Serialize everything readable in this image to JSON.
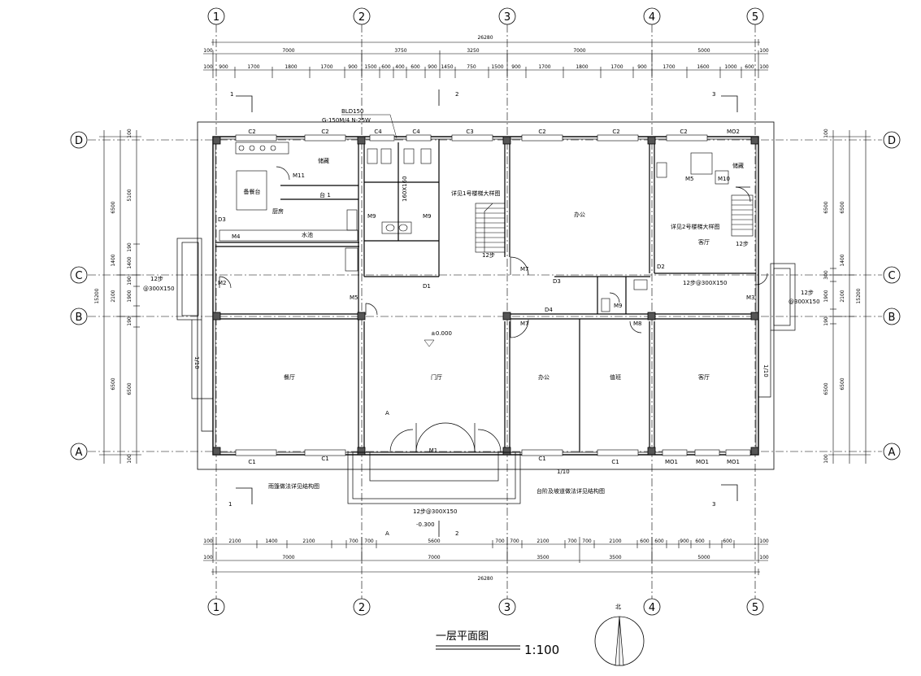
{
  "drawing": {
    "title": "一层平面图",
    "scale": "1:100",
    "north": "北"
  },
  "axes": {
    "columns": [
      "1",
      "2",
      "3",
      "4",
      "5"
    ],
    "rows": [
      "D",
      "C",
      "B",
      "A"
    ]
  },
  "dimensions": {
    "overall": "26280",
    "top_row1": [
      "100",
      "7000",
      "3750",
      "3250",
      "7000",
      "5000",
      "100"
    ],
    "top_row2": [
      "100",
      "900",
      "1700",
      "1800",
      "1700",
      "900",
      "1500",
      "600",
      "400",
      "600",
      "900",
      "1450",
      "750",
      "1500",
      "900",
      "1700",
      "1800",
      "1700",
      "900",
      "1700",
      "1600",
      "1000",
      "600",
      "100"
    ],
    "bottom_row2": [
      "100",
      "7000",
      "7000",
      "3500",
      "3500",
      "5000",
      "100"
    ],
    "bottom_row1": [
      "100",
      "2100",
      "1400",
      "2100",
      "700",
      "700",
      "5600",
      "700",
      "700",
      "2100",
      "700",
      "700",
      "2100",
      "600",
      "600",
      "900",
      "600",
      "600",
      "100"
    ],
    "left_outer": [
      "6500",
      "1400",
      "2100",
      "6500",
      "15200"
    ],
    "left_inner": [
      "100",
      "5100",
      "190",
      "1400",
      "190",
      "1900",
      "190",
      "6500",
      "100"
    ],
    "right_outer": [
      "6500",
      "1400",
      "2100",
      "6500",
      "15200"
    ],
    "right_inner": [
      "100",
      "6500",
      "300",
      "1900",
      "190",
      "6500",
      "100"
    ]
  },
  "rooms": [
    {
      "id": "kitchen",
      "label": "厨房"
    },
    {
      "id": "storage",
      "label": "储藏"
    },
    {
      "id": "dining-main",
      "label": "餐厅"
    },
    {
      "id": "foyer",
      "label": "门厅"
    },
    {
      "id": "office-1",
      "label": "办公"
    },
    {
      "id": "office-2",
      "label": "办公"
    },
    {
      "id": "duty",
      "label": "值班"
    },
    {
      "id": "guest-hall",
      "label": "客厅"
    },
    {
      "id": "storage-2",
      "label": "储藏"
    },
    {
      "id": "hall-2",
      "label": "客厅"
    },
    {
      "id": "prep-table",
      "label": "备餐台"
    },
    {
      "id": "sink-label",
      "label": "水池"
    },
    {
      "id": "counter",
      "label": "台 1"
    }
  ],
  "labels": {
    "windows_top": [
      "C2",
      "C2",
      "C4",
      "C4",
      "C3",
      "C2",
      "C2",
      "C2",
      "MO2"
    ],
    "windows_bottom": [
      "C1",
      "C1",
      "M1",
      "C1",
      "C1",
      "MO1",
      "MO1",
      "MO1"
    ],
    "doors": [
      "M11",
      "M4",
      "M2",
      "M9",
      "M9",
      "M5",
      "M7",
      "M7",
      "D3",
      "M9",
      "M8",
      "M10",
      "M5",
      "M3",
      "D1",
      "D2",
      "D3",
      "D4"
    ],
    "bld": "BLD150",
    "gutter": "G-150M/4 N-25W",
    "stair_note_1": "详见1号楼梯大样图",
    "stair_note_2": "详见2号楼梯大样图",
    "stair_steps_1": "12步",
    "stair_steps_2": "12步",
    "step_left": "12步",
    "step_left_size": "@300X150",
    "step_right": "12步",
    "step_right_size": "@300X150",
    "step_mid": "12步@300X150",
    "step_bottom": "12步@300X150",
    "entrance_elev": "-0.300",
    "floor_elev": "±0.000",
    "canopy_note_1": "雨篷做法详见结构图",
    "canopy_note_2": "台阶及坡道做法详见结构图",
    "ramp": "1/10",
    "ramp_right": "1/10",
    "ramp_bottom": "1/10",
    "shaft": "160X160",
    "section_marks": [
      "1",
      "2",
      "3",
      "1",
      "2",
      "3",
      "A",
      "A"
    ]
  }
}
